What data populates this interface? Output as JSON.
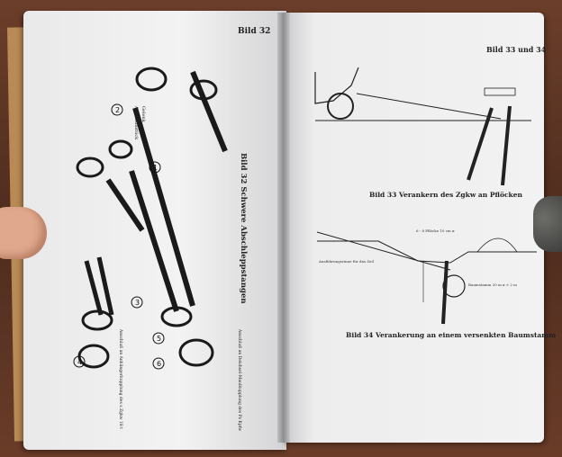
{
  "left_page": {
    "header": "Bild 32",
    "caption": "Bild 32   Schwere Abschleppstangen",
    "callouts": [
      "1",
      "2",
      "3",
      "4",
      "5",
      "6"
    ],
    "labels": [
      "Gelenk",
      "Anschlußstück",
      "Anschluß an Anhängerkupplung des s Zgkw 18 t",
      "Anschluß an Deichsel-Maulkupplung des Pz Kpfw"
    ]
  },
  "right_page": {
    "header": "Bild 33 und 34",
    "caption_33": "Bild 33   Verankern des Zgkw an Pflöcken",
    "caption_34": "Bild 34   Verankerung an einem versenkten Baumstamm",
    "fig34_labels": [
      "6 - 8 Pflöcke 10 cm ⌀",
      "Ausführungsrinne für das Seil",
      "Baumstamm 20 m ⌀ × 2 m"
    ]
  }
}
